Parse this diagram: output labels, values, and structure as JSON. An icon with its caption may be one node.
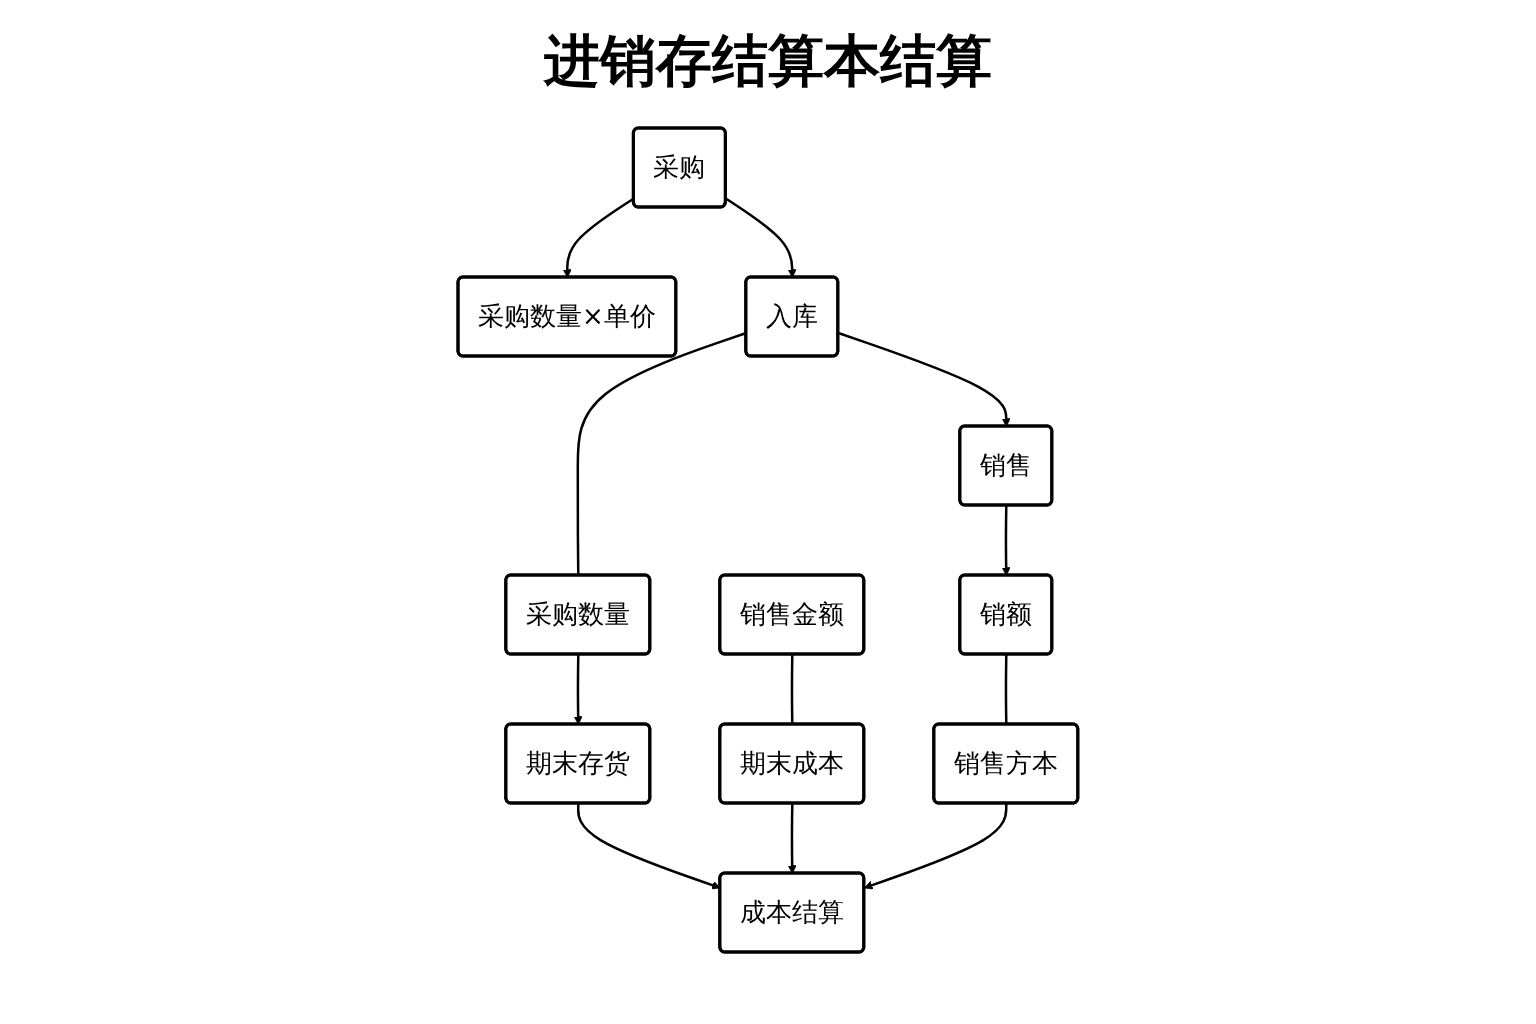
{
  "diagram": {
    "title": "进销存结算本结算",
    "nodes": [
      {
        "text": [
          "采购"
        ]
      },
      {
        "text": [
          "入库"
        ]
      },
      {
        "text": [
          "销售"
        ]
      },
      {
        "text": [
          "销额"
        ]
      },
      {
        "text": [
          "采购数量×单价"
        ]
      },
      {
        "text": [
          "采购数量"
        ]
      },
      {
        "text": [
          "销售金额"
        ]
      },
      {
        "text": [
          "销售方本"
        ]
      },
      {
        "text": [
          "期末存货"
        ]
      },
      {
        "text": [
          "期末成本"
        ]
      },
      {
        "text": [
          "成本结算"
        ]
      }
    ],
    "edges": [
      {
        "from": 0,
        "to": 1,
        "arrow": "to"
      },
      {
        "from": 1,
        "to": 2,
        "arrow": "to"
      },
      {
        "from": 2,
        "to": 3,
        "arrow": "to"
      },
      {
        "from": 0,
        "to": 4,
        "arrow": "to"
      },
      {
        "from": 1,
        "to": 5,
        "arrow": "none"
      },
      {
        "from": 6,
        "to": 9,
        "arrow": "none"
      },
      {
        "from": 3,
        "to": 7,
        "arrow": "none"
      },
      {
        "from": 5,
        "to": 8,
        "arrow": "to"
      },
      {
        "from": 8,
        "to": 10,
        "arrow": "to"
      },
      {
        "from": 9,
        "to": 10,
        "arrow": "to"
      },
      {
        "from": 7,
        "to": 10,
        "arrow": "to"
      }
    ]
  }
}
